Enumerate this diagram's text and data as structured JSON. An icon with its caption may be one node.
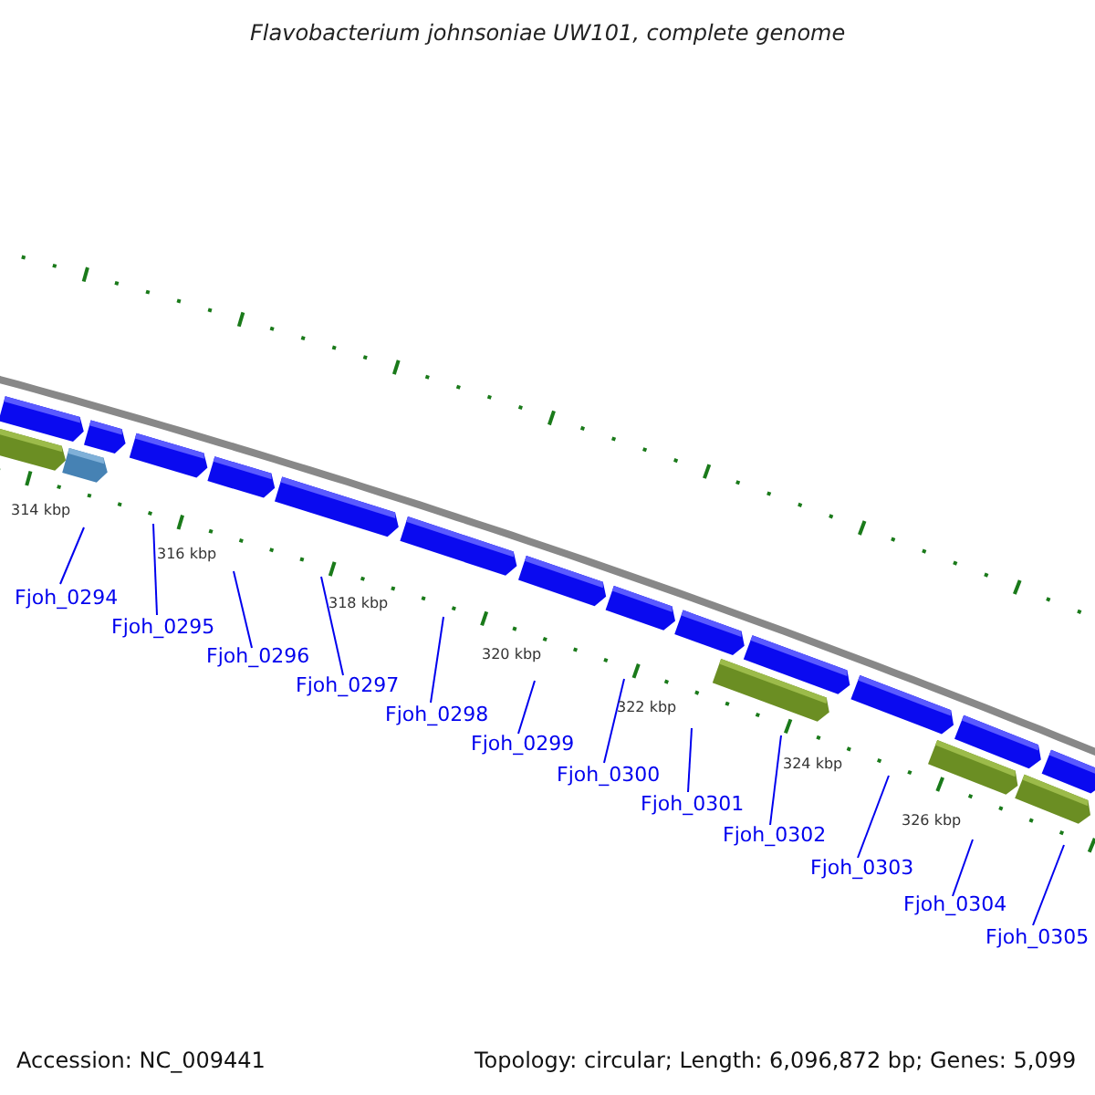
{
  "diagram": {
    "title": "Flavobacterium johnsoniae UW101, complete genome",
    "nodes": [
      {
        "text": [
          "Fjoh_0294"
        ]
      },
      {
        "text": [
          "Fjoh_0295"
        ]
      },
      {
        "text": [
          "Fjoh_0296"
        ]
      },
      {
        "text": [
          "Fjoh_0297"
        ]
      },
      {
        "text": [
          "Fjoh_0298"
        ]
      },
      {
        "text": [
          "Fjoh_0299"
        ]
      },
      {
        "text": [
          "Fjoh_0300"
        ]
      },
      {
        "text": [
          "Fjoh_0301"
        ]
      },
      {
        "text": [
          "Fjoh_0302"
        ]
      },
      {
        "text": [
          "Fjoh_0303"
        ]
      },
      {
        "text": [
          "Fjoh_0304"
        ]
      },
      {
        "text": [
          "Fjoh_0305"
        ]
      }
    ],
    "edges": [
      {
        "from": 0,
        "to": null,
        "arrow": "none"
      },
      {
        "from": 1,
        "to": null,
        "arrow": "none"
      },
      {
        "from": 2,
        "to": null,
        "arrow": "none"
      },
      {
        "from": 3,
        "to": null,
        "arrow": "none"
      },
      {
        "from": 4,
        "to": null,
        "arrow": "none"
      },
      {
        "from": 5,
        "to": null,
        "arrow": "none"
      },
      {
        "from": 6,
        "to": null,
        "arrow": "none"
      },
      {
        "from": 7,
        "to": null,
        "arrow": "none"
      },
      {
        "from": 8,
        "to": null,
        "arrow": "none"
      },
      {
        "from": 9,
        "to": null,
        "arrow": "none"
      },
      {
        "from": 10,
        "to": null,
        "arrow": "none"
      },
      {
        "from": 11,
        "to": null,
        "arrow": "none"
      }
    ],
    "labels": [
      "314 kbp",
      "316 kbp",
      "318 kbp",
      "320 kbp",
      "322 kbp",
      "324 kbp",
      "326 kbp",
      "Accession: NC_009441",
      "Topology: circular; Length: 6,096,872 bp; Genes: 5,099"
    ]
  }
}
